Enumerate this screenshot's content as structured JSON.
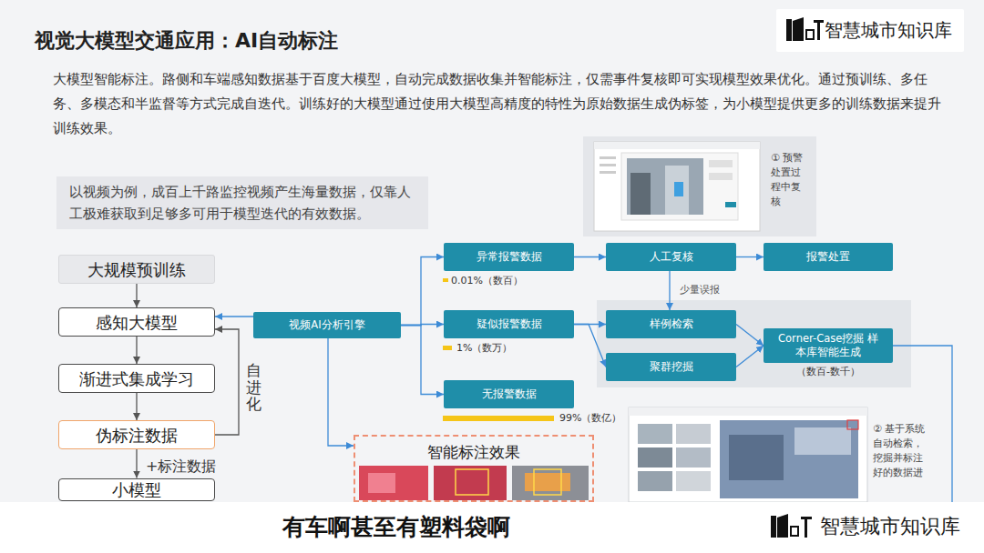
{
  "diagram": {
    "title": "视觉大模型交通应用：AI自动标注",
    "caption": "有车啊甚至有塑料袋啊",
    "nodes": [
      {
        "text": [
          "以视频为例，成百上千路监控视频产生海量数据，仅靠人工极难获取到足够多可用于模型迭代的有效数据。"
        ]
      },
      {
        "text": [
          "大规模预训练"
        ]
      },
      {
        "text": [
          "感知大模型"
        ]
      },
      {
        "text": [
          "渐进式集成学习"
        ]
      },
      {
        "text": [
          "伪标注数据"
        ]
      },
      {
        "text": [
          "小模型"
        ]
      },
      {
        "text": [
          "视频AI分析引擎"
        ]
      },
      {
        "text": [
          "异常报警数据"
        ]
      },
      {
        "text": [
          "疑似报警数据"
        ]
      },
      {
        "text": [
          "无报警数据"
        ]
      },
      {
        "text": [
          "人工复核"
        ]
      },
      {
        "text": [
          "报警处置"
        ]
      },
      {
        "text": [
          "样例检索"
        ]
      },
      {
        "text": [
          "聚群挖掘"
        ]
      },
      {
        "text": [
          "Corner-Case挖掘 样本库智能生成",
          "（数百-数千）"
        ]
      },
      {
        "text": [
          "智能标注效果"
        ]
      }
    ],
    "edges": [
      {
        "from": 1,
        "to": 2,
        "arrow": "to"
      },
      {
        "from": 2,
        "to": 3,
        "arrow": "to"
      },
      {
        "from": 3,
        "to": 4,
        "arrow": "to"
      },
      {
        "from": 4,
        "to": 5,
        "label": "+标注数据",
        "arrow": "to"
      },
      {
        "from": 6,
        "to": 2,
        "arrow": "to"
      },
      {
        "from": 4,
        "to": 2,
        "label": "自进化",
        "arrow": "to"
      },
      {
        "from": 6,
        "to": 7,
        "arrow": "to"
      },
      {
        "from": 6,
        "to": 8,
        "arrow": "to"
      },
      {
        "from": 6,
        "to": 9,
        "arrow": "to"
      },
      {
        "from": 6,
        "to": 15,
        "arrow": "to"
      },
      {
        "from": 7,
        "to": 10,
        "arrow": "to"
      },
      {
        "from": 10,
        "to": 11,
        "arrow": "to"
      },
      {
        "from": 10,
        "to": 12,
        "label": "少量误报",
        "arrow": "to"
      },
      {
        "from": 8,
        "to": 12,
        "arrow": "to"
      },
      {
        "from": 8,
        "to": 13,
        "arrow": "to"
      },
      {
        "from": 12,
        "to": 14,
        "arrow": "to"
      },
      {
        "from": 13,
        "to": 14,
        "arrow": "to"
      }
    ],
    "labels": [
      "大模型智能标注。路侧和车端感知数据基于百度大模型，自动完成数据收集并智能标注，仅需事件复核即可实现模型效果优化。通过预训练、多任务、多模态和半监督等方式完成自迭代。训练好的大模型通过使用大模型高精度的特性为原始数据生成伪标签，为小模型提供更多的训练数据来提升训练效果。",
      "0.01%（数百）",
      "1%（数万）",
      "99%（数亿）",
      "① 预警处置过程中复核",
      "② 基于系统自动检索，挖掘并标注好的数据进",
      "智慧城市知识库",
      "智慧城市知识库"
    ]
  }
}
